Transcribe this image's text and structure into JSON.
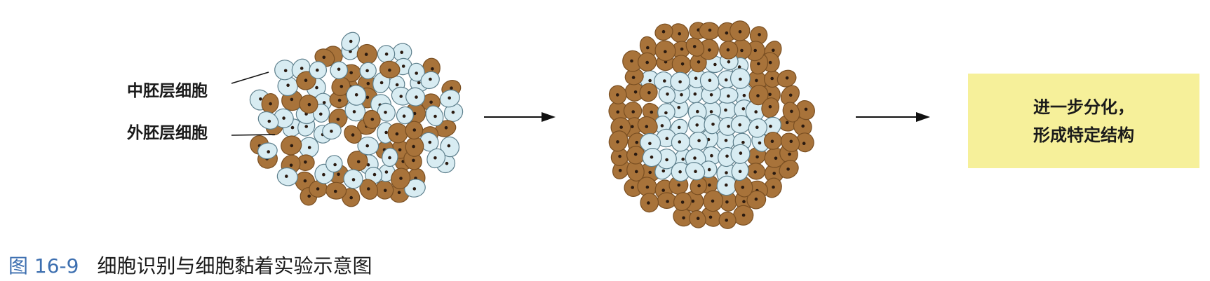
{
  "labels": {
    "mesoderm": "中胚层细胞",
    "ectoderm": "外胚层细胞"
  },
  "result": {
    "line1": "进一步分化，",
    "line2": "形成特定结构"
  },
  "caption": {
    "figure_number": "图 16-9",
    "text": "细胞识别与细胞黏着实验示意图"
  },
  "colors": {
    "ectoderm_cell": "#a8733a",
    "ectoderm_edge": "#7a4f22",
    "mesoderm_cell": "#d8ecf2",
    "mesoderm_edge": "#5d7f8c",
    "nucleus": "#2a1a10",
    "result_box": "#f6f09a",
    "figure_number": "#3d6fb0"
  }
}
